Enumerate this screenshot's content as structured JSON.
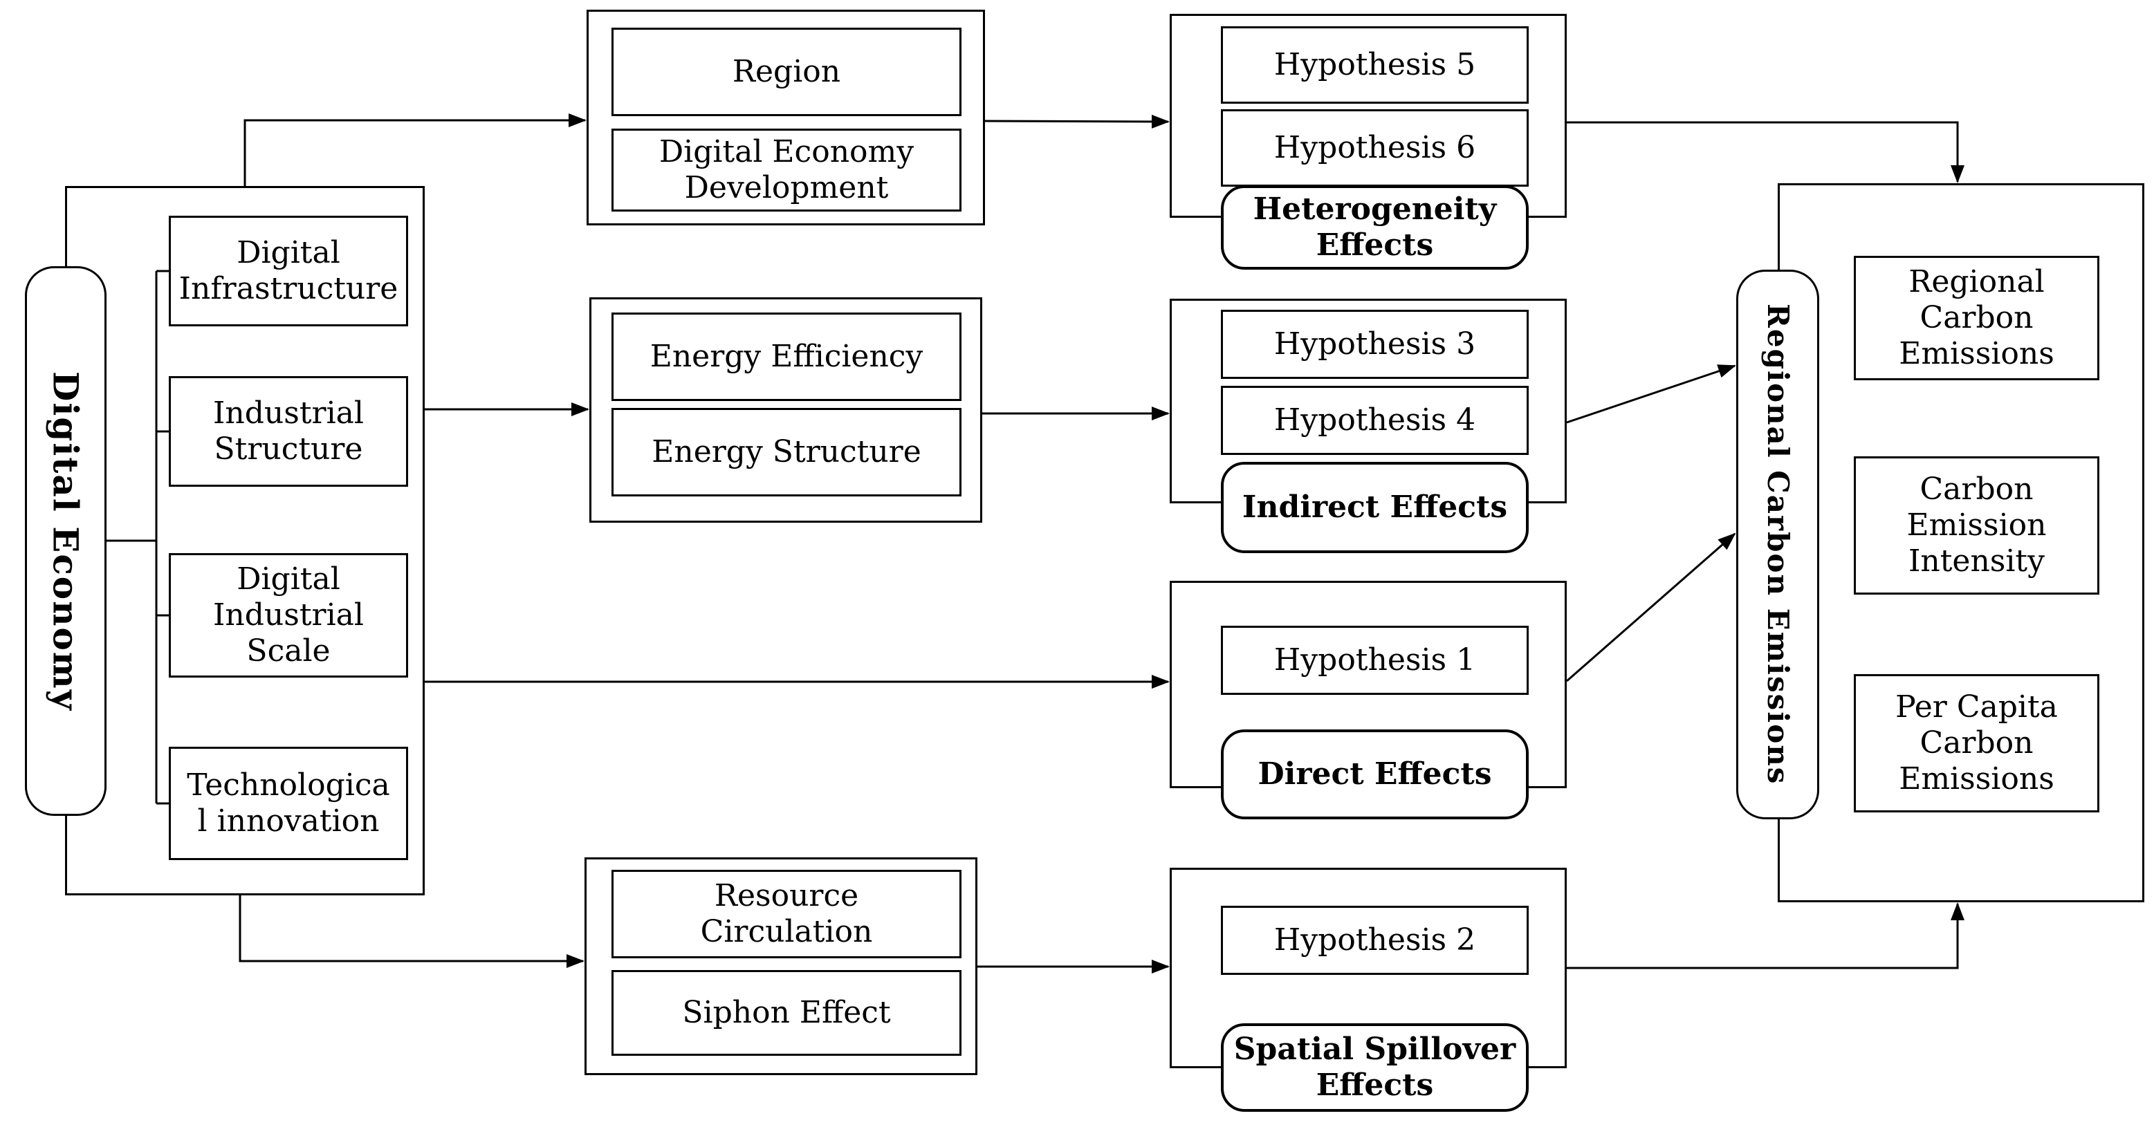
{
  "title": "Digital economy and regional carbon emissions framework diagram",
  "colors": {
    "line": "#000000",
    "background": "#ffffff"
  },
  "nodes": {
    "digital_economy": "Digital Economy",
    "digital_infrastructure": "Digital\nInfrastructure",
    "industrial_structure": "Industrial\nStructure",
    "digital_industrial_scale": "Digital\nIndustrial\nScale",
    "technological_innovation": "Technologica\nl innovation",
    "region": "Region",
    "digital_economy_development": "Digital Economy\nDevelopment",
    "energy_efficiency": "Energy Efficiency",
    "energy_structure": "Energy Structure",
    "resource_circulation": "Resource\nCirculation",
    "siphon_effect": "Siphon Effect",
    "hypothesis_5": "Hypothesis 5",
    "hypothesis_6": "Hypothesis 6",
    "heterogeneity_effects": "Heterogeneity\nEffects",
    "hypothesis_3": "Hypothesis 3",
    "hypothesis_4": "Hypothesis 4",
    "indirect_effects": "Indirect Effects",
    "hypothesis_1": "Hypothesis 1",
    "direct_effects": "Direct Effects",
    "hypothesis_2": "Hypothesis 2",
    "spatial_spillover_effects": "Spatial Spillover\nEffects",
    "regional_carbon_emissions_axis": "Regional Carbon Emissions",
    "regional_carbon_emissions": "Regional\nCarbon\nEmissions",
    "carbon_emission_intensity": "Carbon\nEmission\nIntensity",
    "per_capita_carbon_emissions": "Per Capita\nCarbon\nEmissions"
  }
}
